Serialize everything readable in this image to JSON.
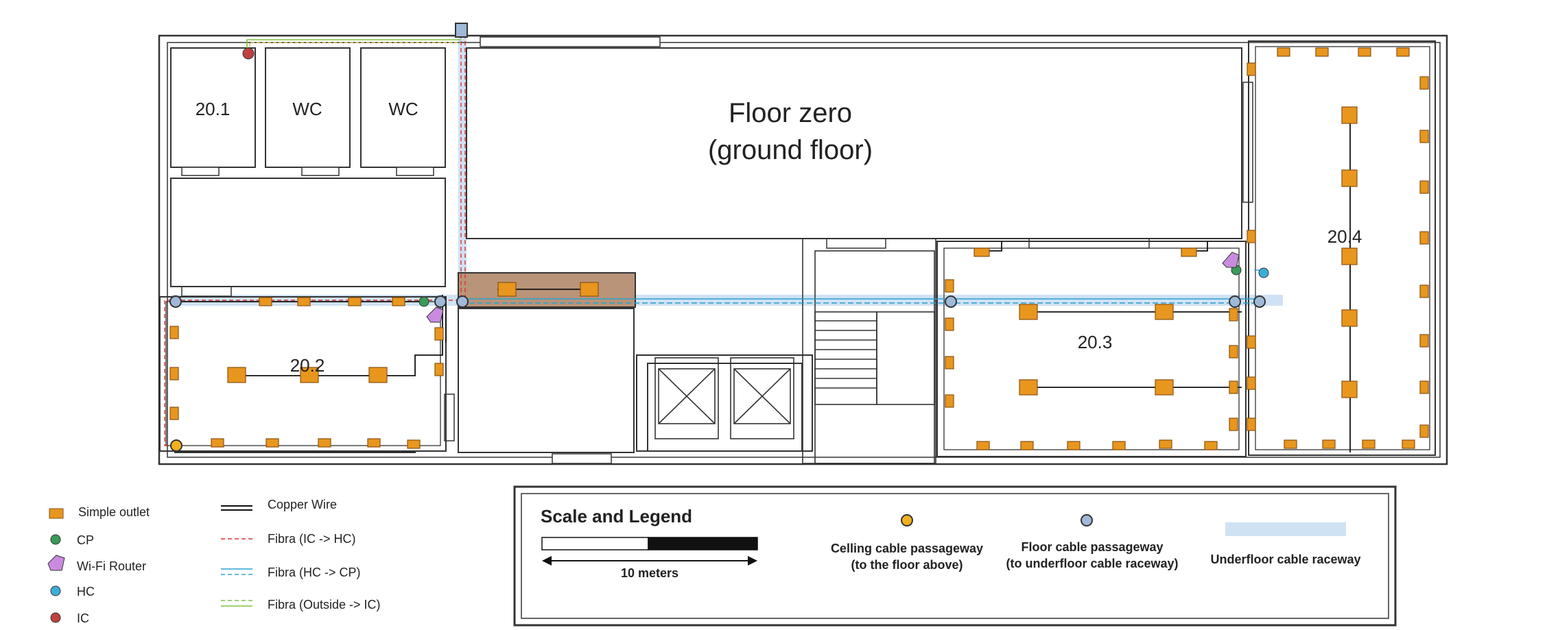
{
  "floor": {
    "title_line1": "Floor zero",
    "title_line2": "(ground floor)"
  },
  "rooms": {
    "r201": "20.1",
    "wc_a": "WC",
    "wc_b": "WC",
    "r202": "20.2",
    "r203": "20.3",
    "r204": "20.4"
  },
  "legend_left": {
    "outlet": "Simple outlet",
    "cp": "CP",
    "wifi": "Wi-Fi Router",
    "hc": "HC",
    "ic": "IC",
    "copper": "Copper Wire",
    "fiber_ic_hc": "Fibra (IC -> HC)",
    "fiber_hc_cp": "Fibra (HC -> CP)",
    "fiber_out_ic": "Fibra (Outside -> IC)"
  },
  "scale_legend": {
    "title": "Scale and Legend",
    "scale_text": "10 meters",
    "ceiling_line1": "Celling cable passageway",
    "ceiling_line2": "(to the floor above)",
    "floor_line1": "Floor cable passageway",
    "floor_line2": "(to underfloor cable raceway)",
    "raceway": "Underfloor cable raceway"
  },
  "colors": {
    "outlet": "#e8961e",
    "cp": "#3a9a5a",
    "wifi": "#c98be0",
    "hc": "#3aaed8",
    "ic": "#c0413f",
    "raceway": "#cfe2f3",
    "copper": "#111111",
    "fiber_ic_hc": "#d9342b",
    "fiber_hc_cp": "#2aa0d0",
    "fiber_out_ic": "#7cc242",
    "ceiling_passage": "#f2b01e",
    "floor_passage": "#9fb9d9",
    "cabinet": "#b99479"
  }
}
